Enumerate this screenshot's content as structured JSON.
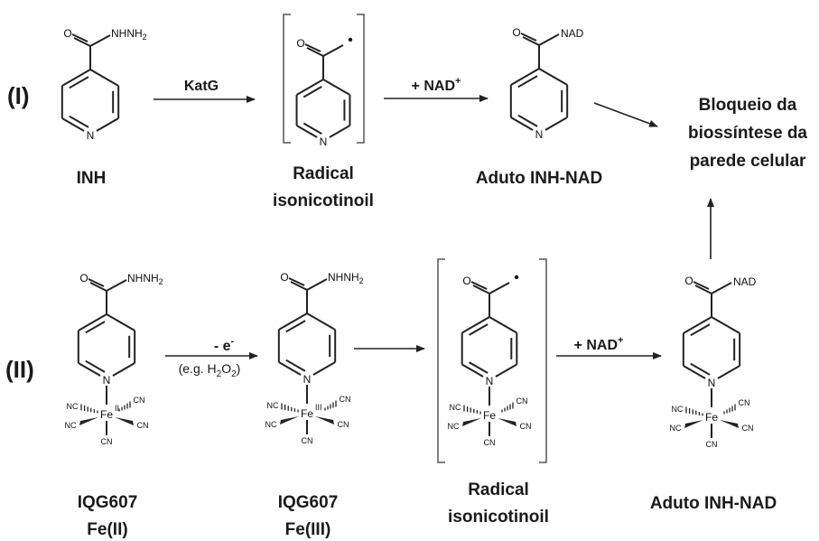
{
  "row1": {
    "roman": "(I)",
    "inh_label": "INH",
    "katg": "KatG",
    "radical_label_line1": "Radical",
    "radical_label_line2": "isonicotinoil",
    "nad_plus": "+ NAD",
    "nad_plus_sup": "+",
    "adduct_label": "Aduto INH-NAD",
    "outcome_line1": "Bloqueio da",
    "outcome_line2": "biossíntese da",
    "outcome_line3": "parede celular"
  },
  "row2": {
    "roman": "(II)",
    "iqg1_line1": "IQG607",
    "iqg1_line2": "Fe(II)",
    "oxid_main": "- e",
    "oxid_sup": "-",
    "oxid_paren": "(e.g. H",
    "oxid_sub1": "2",
    "oxid_O": "O",
    "oxid_sub2": "2",
    "oxid_close": ")",
    "iqg2_line1": "IQG607",
    "iqg2_line2": "Fe(III)",
    "radical_label_line1": "Radical",
    "radical_label_line2": "isonicotinoil",
    "nad_plus": "+ NAD",
    "nad_plus_sup": "+",
    "adduct_label": "Aduto INH-NAD"
  },
  "atoms": {
    "O": "O",
    "N": "N",
    "Fe": "Fe",
    "CN": "CN",
    "NC": "NC",
    "NAD": "NAD",
    "NHNH2": "NHNH",
    "sub2": "2",
    "FeII": "II",
    "FeIII": "III"
  }
}
